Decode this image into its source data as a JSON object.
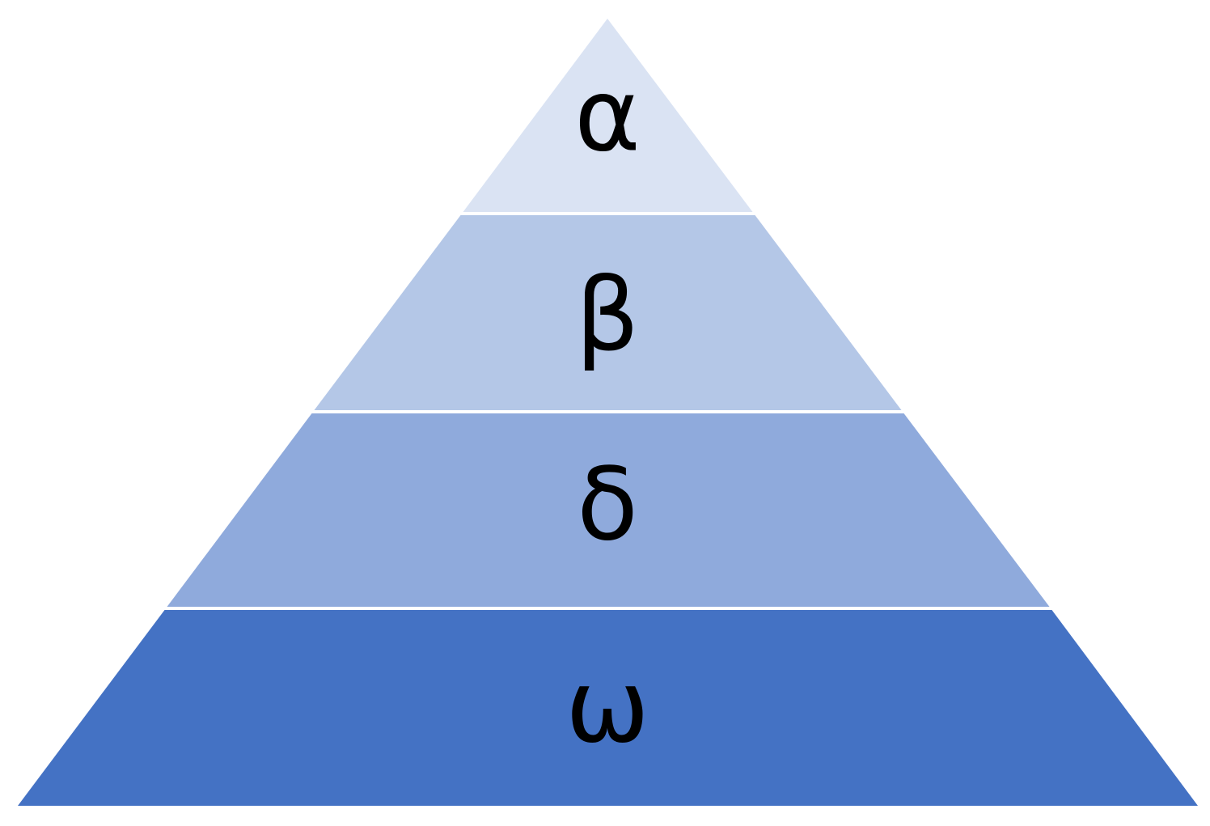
{
  "diagram": {
    "type": "pyramid",
    "tiers": [
      {
        "label": "α",
        "color": "#DAE3F3"
      },
      {
        "label": "β",
        "color": "#B4C7E7"
      },
      {
        "label": "δ",
        "color": "#8FAADC"
      },
      {
        "label": "ω",
        "color": "#4472C4"
      }
    ],
    "separator_color": "#FFFFFF"
  }
}
